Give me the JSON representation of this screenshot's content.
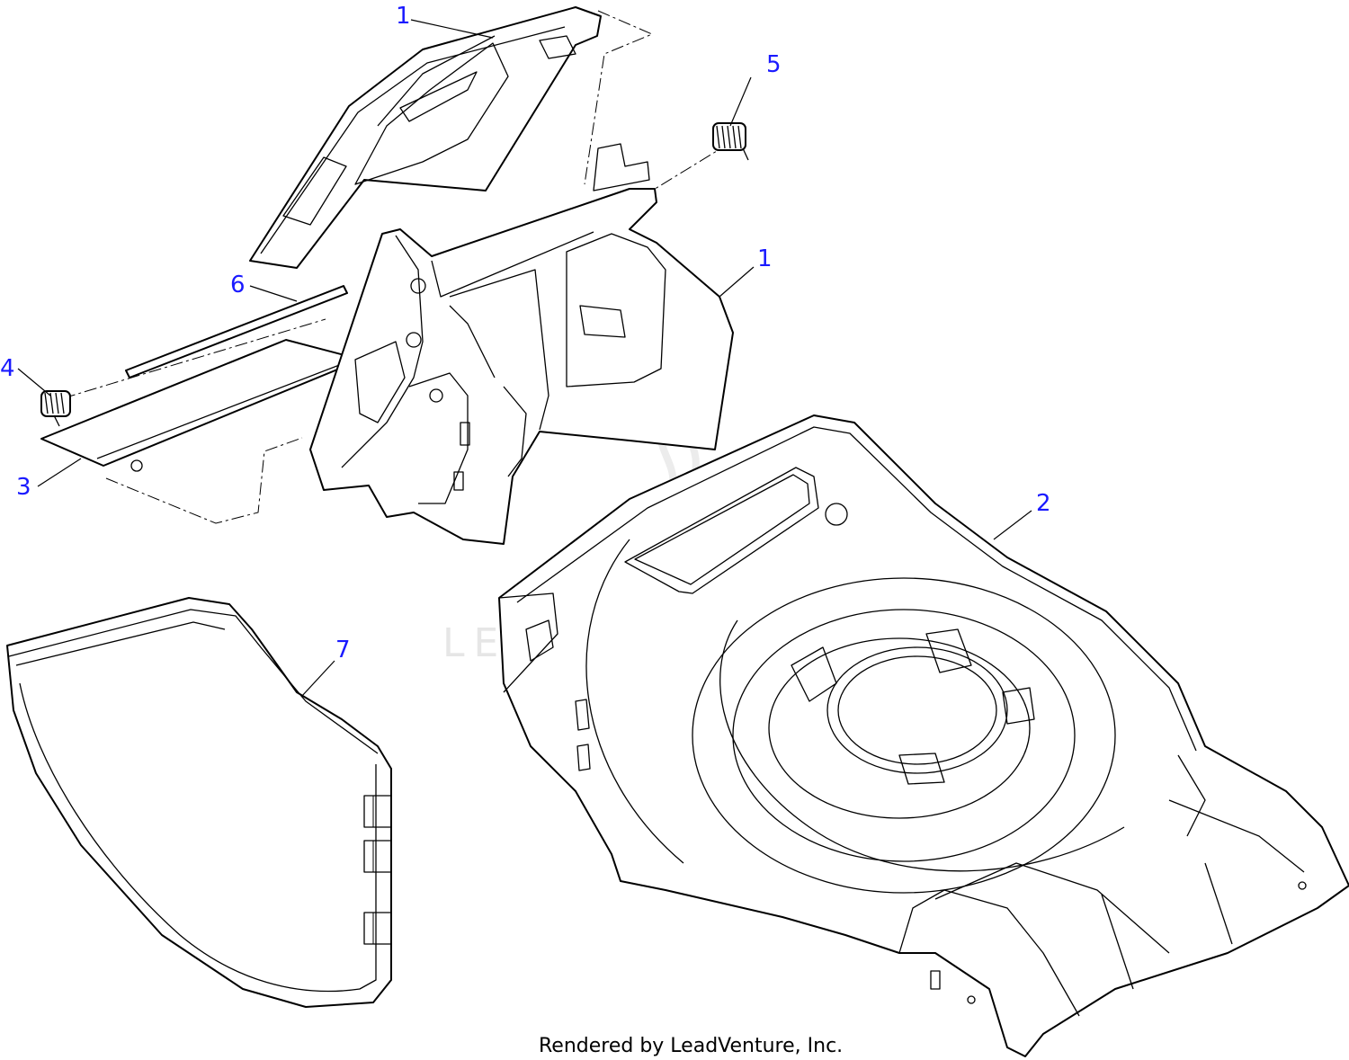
{
  "callouts": [
    {
      "id": "1"
    },
    {
      "id": "5"
    },
    {
      "id": "1"
    },
    {
      "id": "6"
    },
    {
      "id": "4"
    },
    {
      "id": "3"
    },
    {
      "id": "2"
    },
    {
      "id": "7"
    }
  ],
  "watermark": "LEADVENTURE",
  "credit": "Rendered by LeadVenture, Inc.",
  "colors": {
    "callout": "#1a1aff",
    "line": "#000000",
    "watermark": "#e6e6e6"
  }
}
